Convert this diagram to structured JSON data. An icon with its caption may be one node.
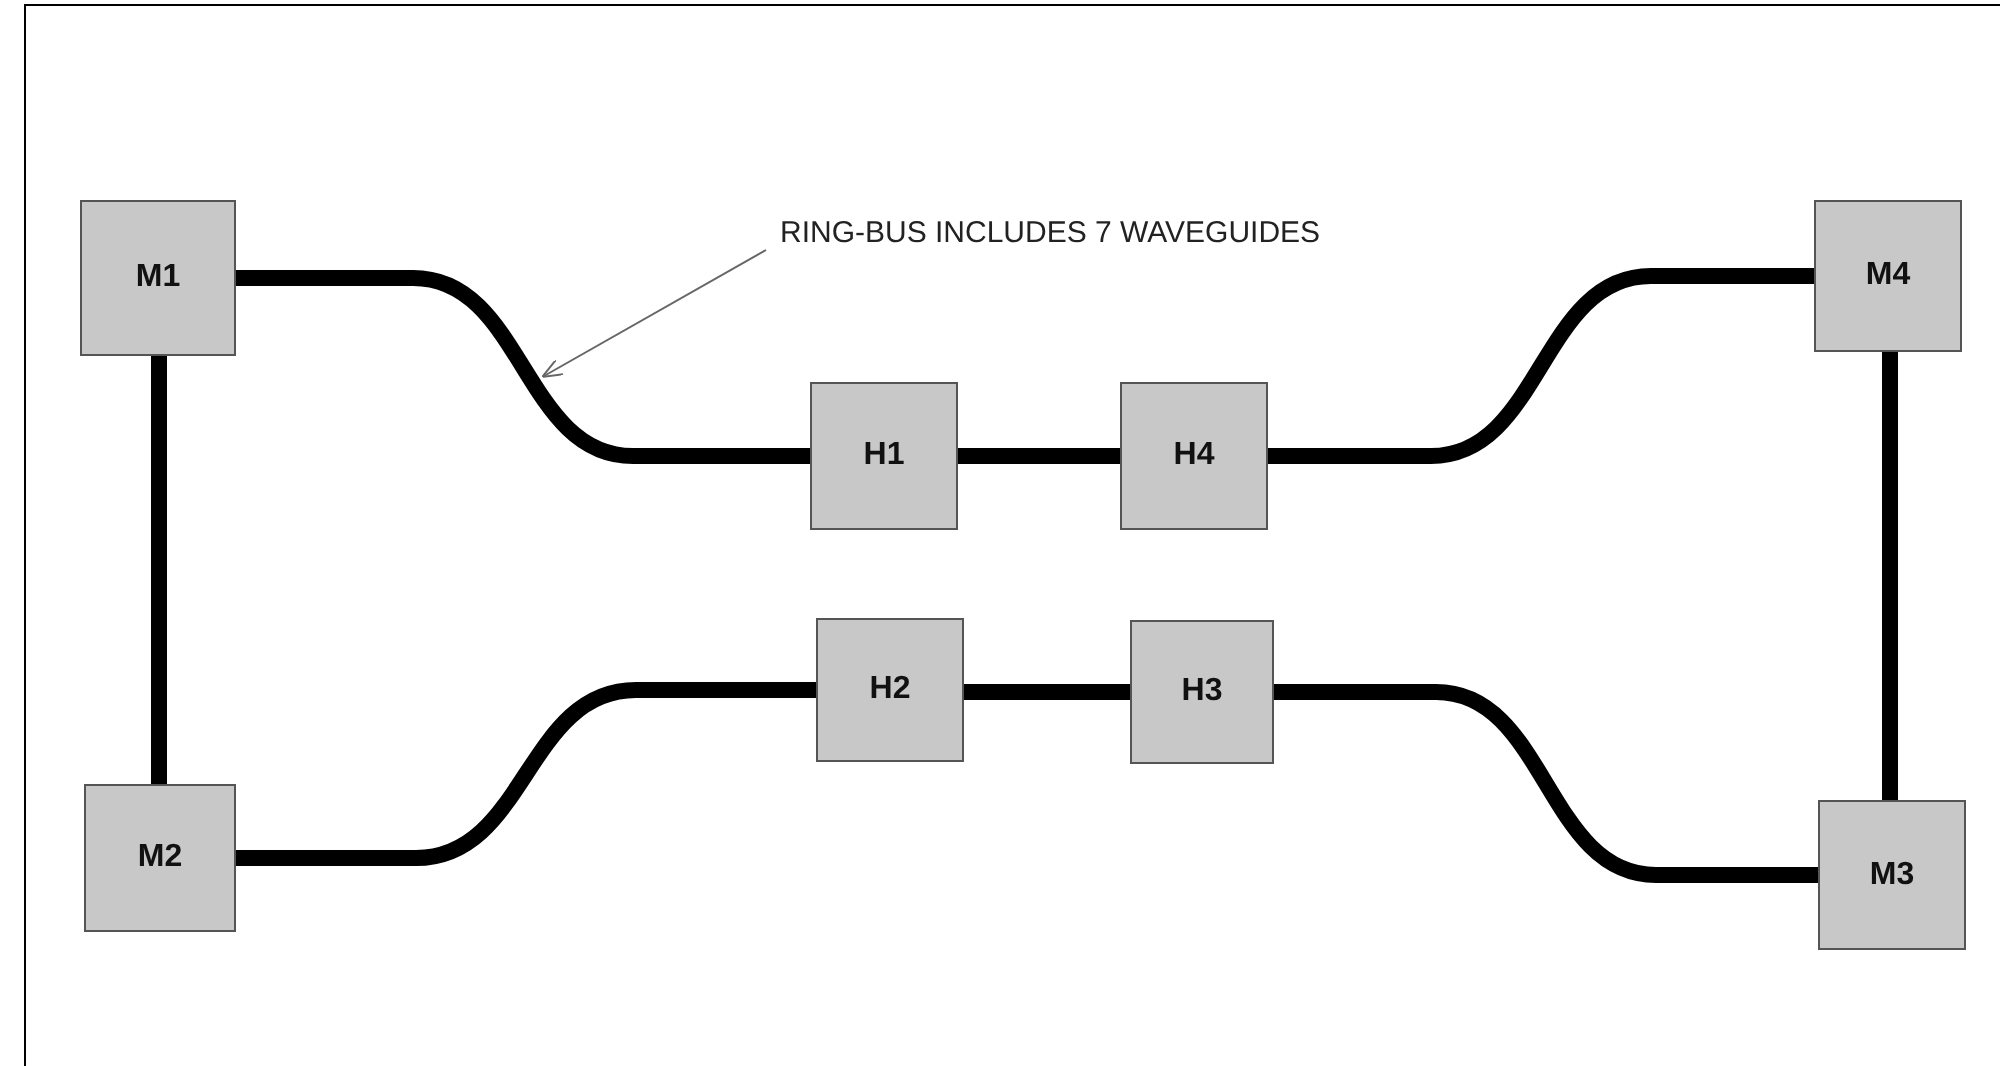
{
  "diagram": {
    "nodes": [
      {
        "text": [
          "M1"
        ]
      },
      {
        "text": [
          "RING-BUS INCLUDES 7 WAVEGUIDES"
        ]
      },
      {
        "text": [
          "M4"
        ]
      },
      {
        "text": [
          "H1"
        ]
      },
      {
        "text": [
          "H4"
        ]
      },
      {
        "text": [
          "H2"
        ]
      },
      {
        "text": [
          "H3"
        ]
      },
      {
        "text": [
          "M2"
        ]
      },
      {
        "text": [
          "M3"
        ]
      }
    ],
    "edges": [
      {
        "from": 0,
        "to": 7,
        "arrow": "none"
      },
      {
        "from": 0,
        "to": 3,
        "arrow": "none"
      },
      {
        "from": 3,
        "to": 4,
        "arrow": "none"
      },
      {
        "from": 4,
        "to": 2,
        "arrow": "none"
      },
      {
        "from": 2,
        "to": 8,
        "arrow": "none"
      },
      {
        "from": 8,
        "to": 6,
        "arrow": "none"
      },
      {
        "from": 6,
        "to": 5,
        "arrow": "none"
      },
      {
        "from": 5,
        "to": 7,
        "arrow": "none"
      },
      {
        "from": 1,
        "to": null,
        "arrow": "to",
        "color": "#666666"
      }
    ]
  }
}
